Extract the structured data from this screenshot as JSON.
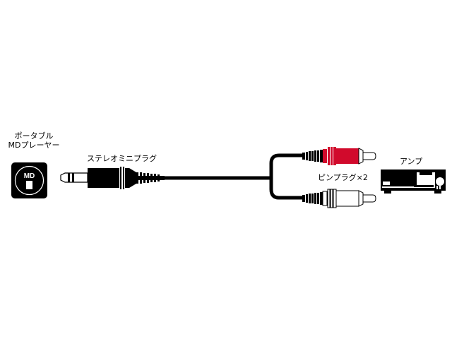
{
  "labels": {
    "portable_md_line1": "ポータブル",
    "portable_md_line2": "MDプレーヤー",
    "stereo_mini_plug": "ステレオミニプラグ",
    "pin_plug": "ピンプラグ×2",
    "amp": "アンプ",
    "md_logo": "MD"
  },
  "colors": {
    "cable": "#000000",
    "red_plug": "#d10a2c",
    "white_plug": "#ffffff",
    "background": "#ffffff"
  }
}
